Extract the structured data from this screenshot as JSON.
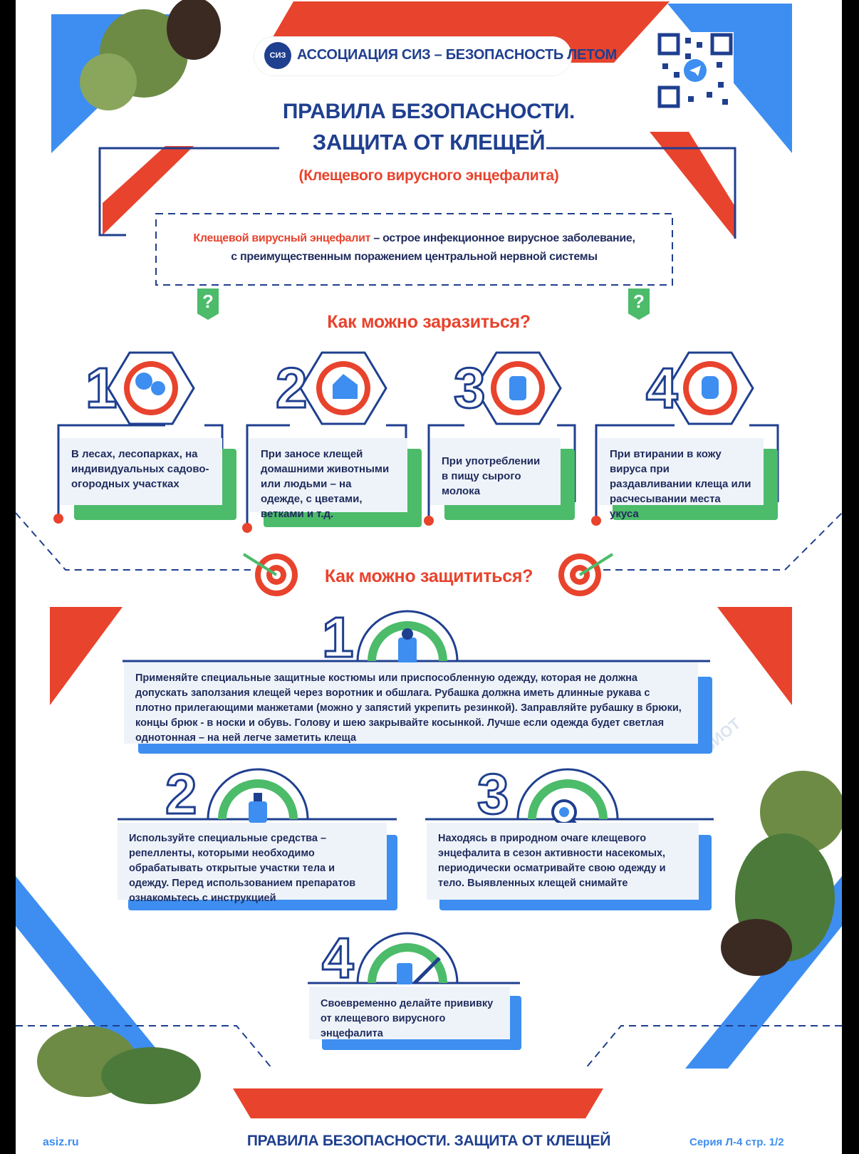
{
  "header": {
    "association": "АССОЦИАЦИЯ СИЗ – БЕЗОПАСНОСТЬ ЛЕТОМ",
    "logo_letters": "СИЗ",
    "title_line1": "ПРАВИЛА БЕЗОПАСНОСТИ.",
    "title_line2": "ЗАЩИТА ОТ КЛЕЩЕЙ",
    "subtitle": "(Клещевого вирусного энцефалита)"
  },
  "definition": {
    "term": "Клещевой вирусный энцефалит",
    "text_rest": " – острое инфекционное вирусное заболевание,",
    "text_line2": "с преимущественным поражением центральной нервной системы"
  },
  "question_mark": "?",
  "infection": {
    "heading": "Как можно заразиться?",
    "items": [
      {
        "number": "1",
        "text": "В лесах, лесопарках, на индивидуальных садово-огородных участках",
        "icon": "trees-icon"
      },
      {
        "number": "2",
        "text": "При заносе клещей домашними животными или людьми – на одежде, с цветами, ветками и т.д.",
        "icon": "cat-house-icon"
      },
      {
        "number": "3",
        "text": "При употреблении в пищу сырого молока",
        "icon": "milk-can-icon"
      },
      {
        "number": "4",
        "text": "При втирании в кожу вируса при раздавливании клеща или расчесывании места укуса",
        "icon": "glove-icon"
      }
    ]
  },
  "protection": {
    "heading": "Как можно защититься?",
    "items": [
      {
        "number": "1",
        "text": "Применяйте специальные защитные костюмы или приспособленную одежду, которая не должна допускать заползания клещей через воротник и обшлага. Рубашка должна иметь длинные рукава с плотно прилегающими манжетами (можно у запястий укрепить резинкой). Заправляйте рубашку в брюки, концы брюк - в носки и обувь. Голову и шею закрывайте косынкой. Лучше если одежда будет светлая однотонная – на ней легче заметить клеща",
        "icon": "protective-suit-icon"
      },
      {
        "number": "2",
        "text": "Используйте специальные средства – репелленты, которыми необходимо обрабатывать открытые участки тела и одежду. Перед использованием препаратов ознакомьтесь с инструкцией",
        "icon": "spray-bottle-icon"
      },
      {
        "number": "3",
        "text": "Находясь в природном очаге клещевого энцефалита в сезон активности насекомых, периодически осматривайте свою одежду и тело. Выявленных клещей снимайте",
        "icon": "magnifier-tick-icon"
      },
      {
        "number": "4",
        "text": "Своевременно делайте прививку от клещевого вирусного энцефалита",
        "icon": "vaccine-syringe-icon"
      }
    ]
  },
  "footer": {
    "site": "asiz.ru",
    "title": "ПРАВИЛА БЕЗОПАСНОСТИ. ЗАЩИТА ОТ КЛЕЩЕЙ",
    "series": "Серия Л-4 стр. 1/2"
  },
  "watermark": "БИОТ",
  "colors": {
    "navy": "#1f3f8f",
    "red": "#e8432d",
    "green": "#4cbb6a",
    "blue": "#3d8ef0",
    "olive": "#6d8b45"
  }
}
